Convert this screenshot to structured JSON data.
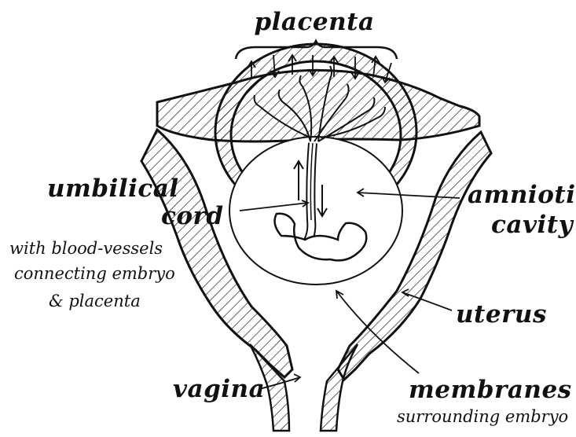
{
  "labels": {
    "placenta": "placenta",
    "umbilical_cord": {
      "line1": "umbilical",
      "line2": "cord",
      "note1": "with blood-vessels",
      "note2": "connecting embryo",
      "note3": "& placenta"
    },
    "amniotic_cavity": {
      "line1": "amniotic",
      "line2": "cavity"
    },
    "uterus": "uterus",
    "vagina": "vagina",
    "membranes": {
      "title": "membranes",
      "note": "surrounding embryo"
    }
  },
  "colors": {
    "ink": "#111111",
    "paper": "#ffffff"
  }
}
